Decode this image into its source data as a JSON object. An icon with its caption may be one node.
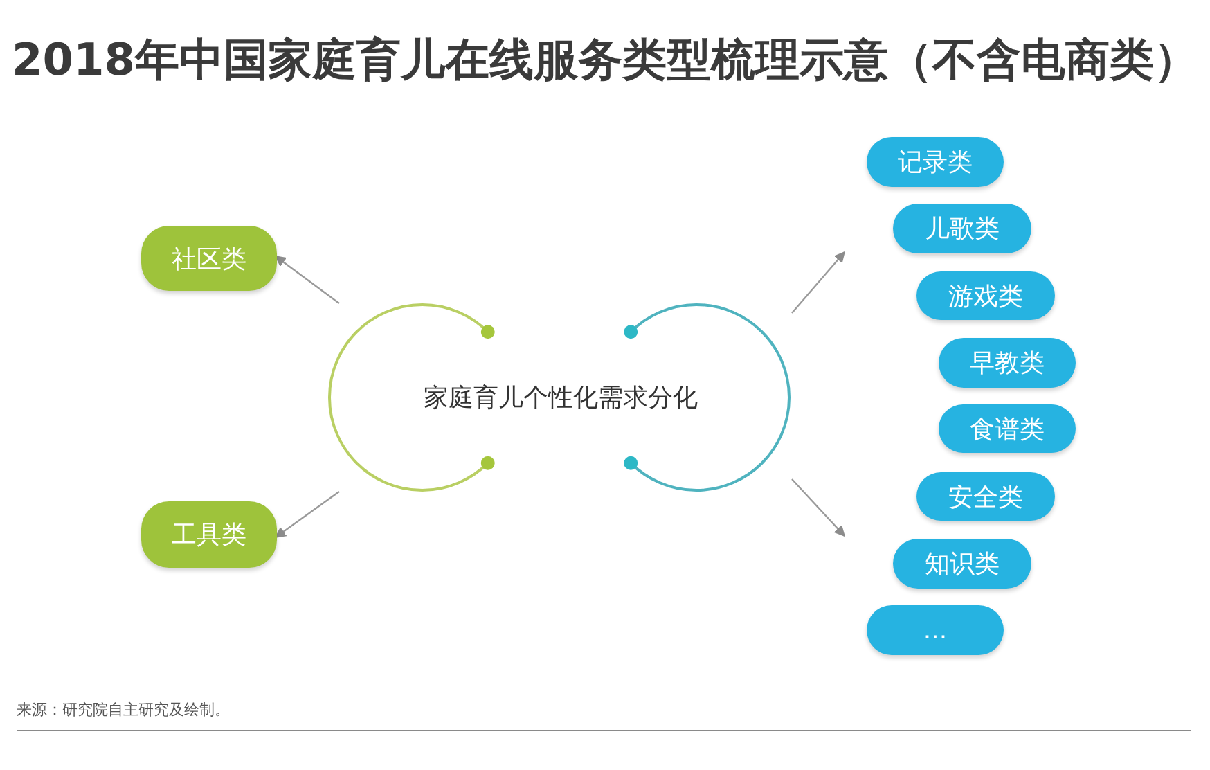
{
  "diagram": {
    "title": "2018年中国家庭育儿在线服务类型梳理示意（不含电商类）",
    "nodes": [
      {
        "text": [
          "家庭育儿个性化需求分化"
        ]
      },
      {
        "text": [
          "社区类"
        ]
      },
      {
        "text": [
          "工具类"
        ]
      },
      {
        "text": [
          "记录类"
        ]
      },
      {
        "text": [
          "儿歌类"
        ]
      },
      {
        "text": [
          "游戏类"
        ]
      },
      {
        "text": [
          "早教类"
        ]
      },
      {
        "text": [
          "食谱类"
        ]
      },
      {
        "text": [
          "安全类"
        ]
      },
      {
        "text": [
          "知识类"
        ]
      },
      {
        "text": [
          "..."
        ]
      }
    ],
    "edges": [
      {
        "from": 0,
        "to": 1,
        "arrow": "to"
      },
      {
        "from": 0,
        "to": 2,
        "arrow": "to"
      },
      {
        "from": 0,
        "to": null,
        "arrow": "to"
      },
      {
        "from": 0,
        "to": null,
        "arrow": "to"
      }
    ],
    "labels": [
      "来源：研究院自主研究及绘制。"
    ]
  }
}
